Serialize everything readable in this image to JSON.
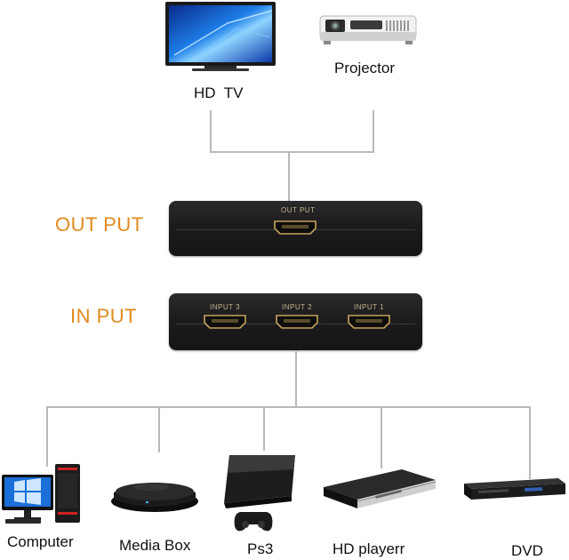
{
  "devices_top": {
    "tv_label": "HD  TV",
    "projector_label": "Projector"
  },
  "switch": {
    "output_side_label": "OUT PUT",
    "input_side_label": "IN PUT",
    "output_port_label": "OUT PUT",
    "input_ports": [
      "INPUT 3",
      "INPUT 2",
      "INPUT 1"
    ]
  },
  "devices_bottom": {
    "computer_label": "Computer",
    "media_box_label": "Media Box",
    "ps3_label": "Ps3",
    "hd_player_label": "HD playerr",
    "dvd_label": "DVD"
  },
  "colors": {
    "accent_label": "#e08a1e",
    "wire": "#b9b9b9",
    "device_body": "#1c1c1e",
    "port_label": "#c9b48a"
  },
  "icons": [
    "tv-icon",
    "projector-icon",
    "hdmi-port-icon",
    "computer-icon",
    "media-box-icon",
    "ps3-icon",
    "gamepad-icon",
    "hd-player-icon",
    "dvd-player-icon"
  ]
}
